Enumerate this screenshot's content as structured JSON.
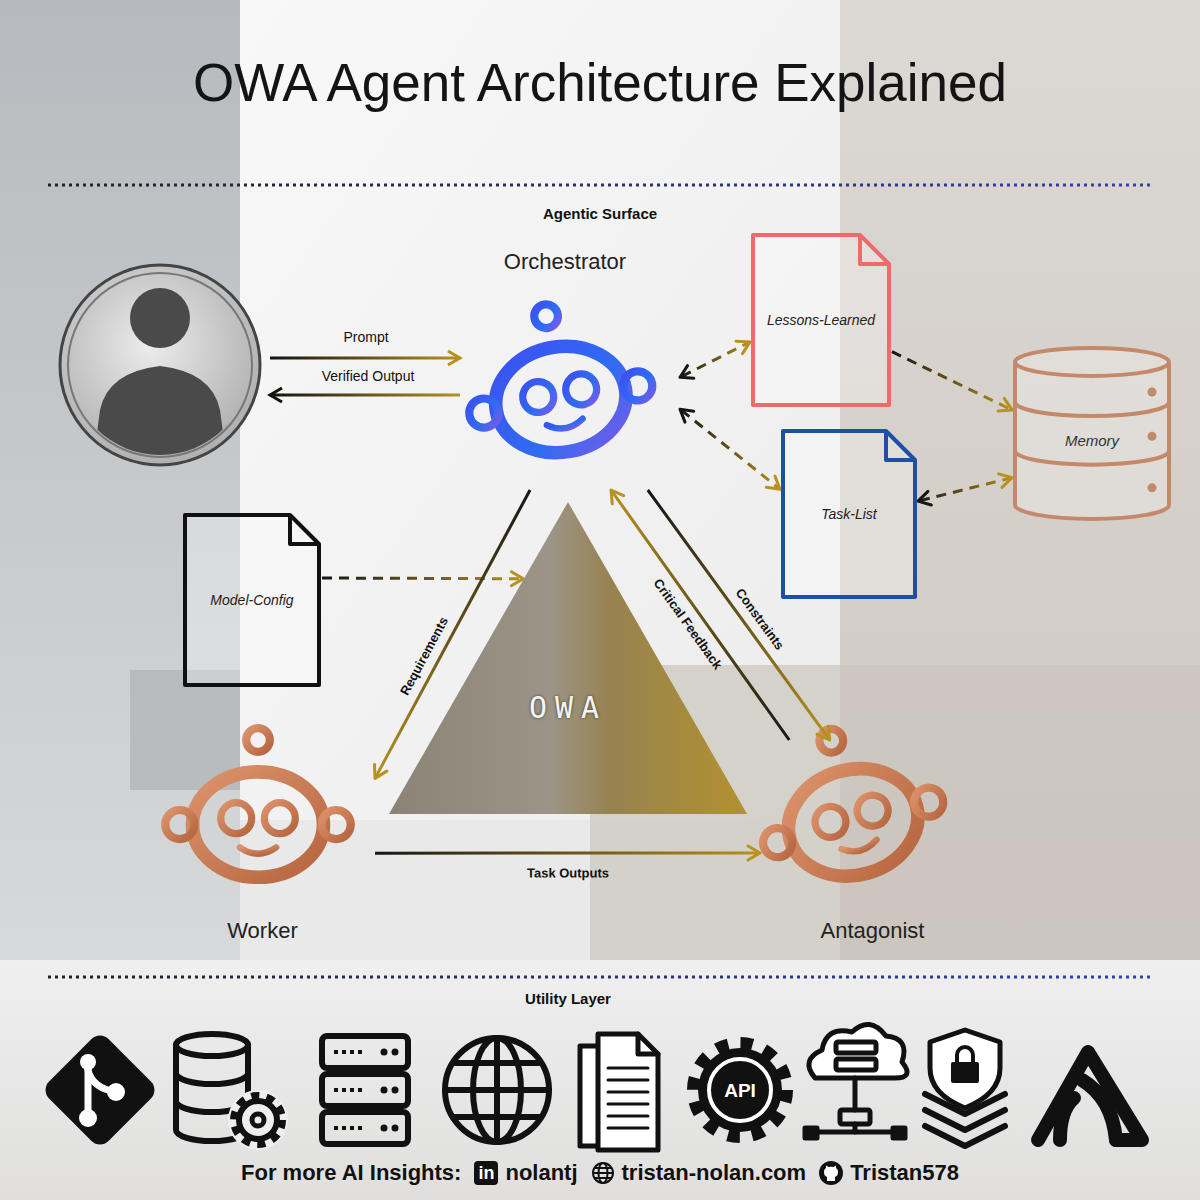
{
  "diagram": {
    "title": "OWA Agent Architecture Explained",
    "nodes": [
      {
        "text": [
          "Orchestrator"
        ]
      },
      {
        "text": [
          "Lessons-Learned"
        ]
      },
      {
        "text": [
          "Task-List"
        ]
      },
      {
        "text": [
          "Memory"
        ]
      },
      {
        "text": [
          "Model-Config"
        ]
      },
      {
        "text": [
          "OWA"
        ]
      },
      {
        "text": [
          "Worker"
        ]
      },
      {
        "text": [
          "Antagonist"
        ]
      }
    ],
    "edges": [
      {
        "from": 0,
        "to": 1,
        "arrow": "both"
      },
      {
        "from": 0,
        "to": 2,
        "arrow": "both"
      },
      {
        "from": 1,
        "to": 3,
        "arrow": "to"
      },
      {
        "from": 2,
        "to": 3,
        "arrow": "both"
      },
      {
        "from": 4,
        "to": 5,
        "arrow": "to"
      },
      {
        "from": 0,
        "to": 6,
        "label": "Requirements",
        "arrow": "to"
      },
      {
        "from": 7,
        "to": 0,
        "label": "Critical Feedback",
        "arrow": "to"
      },
      {
        "from": 0,
        "to": 7,
        "label": "Constraints",
        "arrow": "to"
      },
      {
        "from": 6,
        "to": 7,
        "label": "Task Outputs",
        "arrow": "to"
      }
    ],
    "labels": [
      "Agentic Surface",
      "Prompt",
      "Verified Output",
      "Utility Layer",
      "API",
      "For more AI Insights:",
      "in",
      "nolantj",
      "tristan-nolan.com",
      "Tristan578"
    ]
  }
}
